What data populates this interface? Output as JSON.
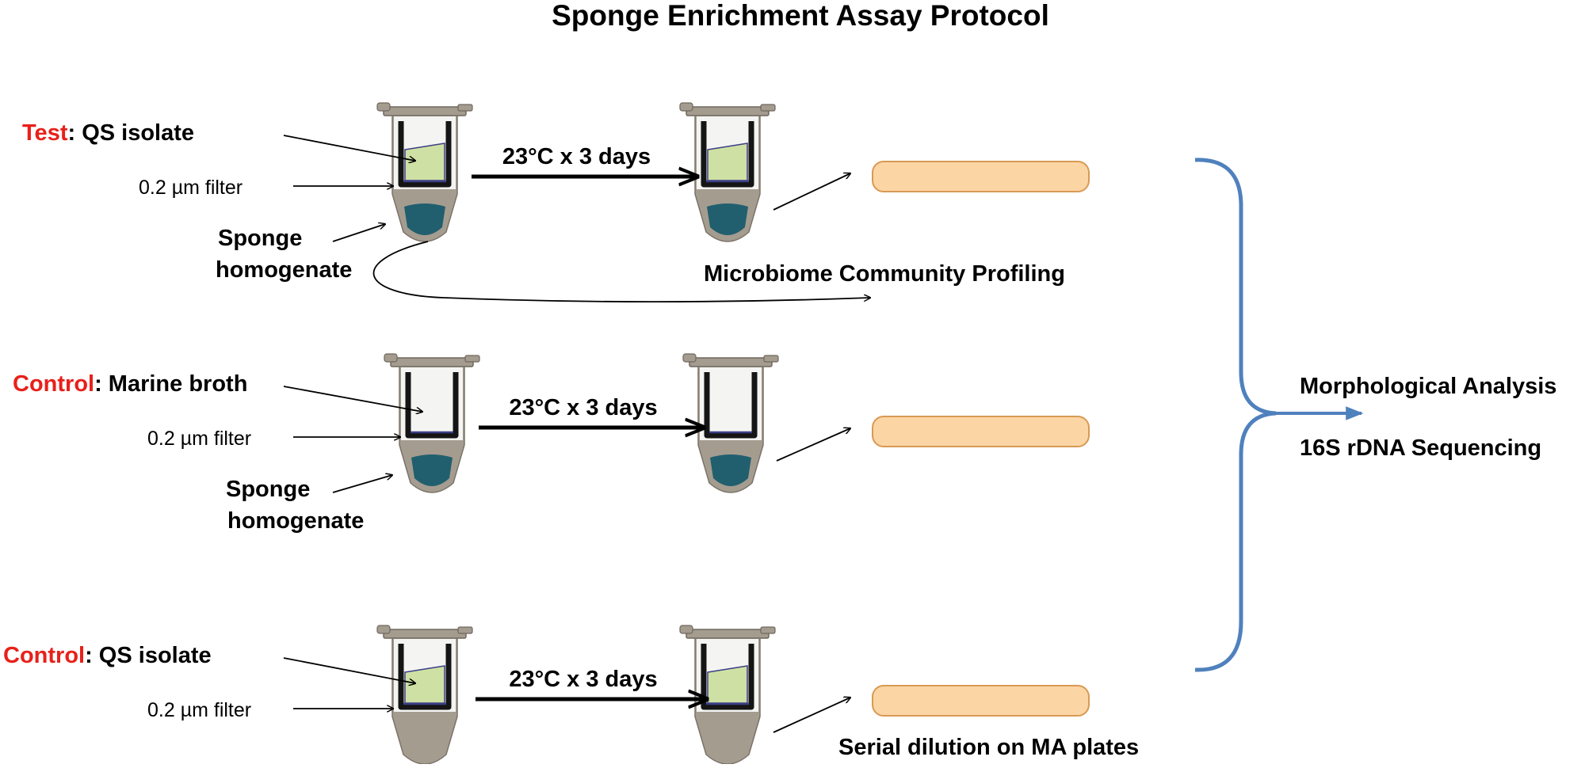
{
  "title": "Sponge Enrichment Assay Protocol",
  "colors": {
    "red": "#e8201a",
    "bracket": "#4f81bd",
    "plate_fill": "#fcd5a5",
    "plate_stroke": "#d89a54",
    "tube_body": "#a59c90",
    "homogenate": "#215f6e",
    "isolate": "#cfe0a4"
  },
  "rows": [
    {
      "condition": "Test",
      "content": ": QS isolate",
      "filter": "0.2 µm filter",
      "homogenate": [
        "Sponge",
        "homogenate"
      ],
      "incubation": "23°C x 3 days",
      "plate_caption": "Microbiome Community  Profiling"
    },
    {
      "condition": "Control",
      "content": ": Marine broth",
      "filter": "0.2 µm filter",
      "homogenate": [
        "Sponge",
        "homogenate"
      ],
      "incubation": "23°C x 3 days",
      "plate_caption": ""
    },
    {
      "condition": "Control",
      "content": ": QS isolate",
      "filter": "0.2 µm filter",
      "homogenate": [],
      "incubation": "23°C x 3 days",
      "plate_caption": "Serial dilution on MA plates"
    }
  ],
  "outcomes": [
    "Morphological Analysis",
    "16S rDNA  Sequencing"
  ]
}
